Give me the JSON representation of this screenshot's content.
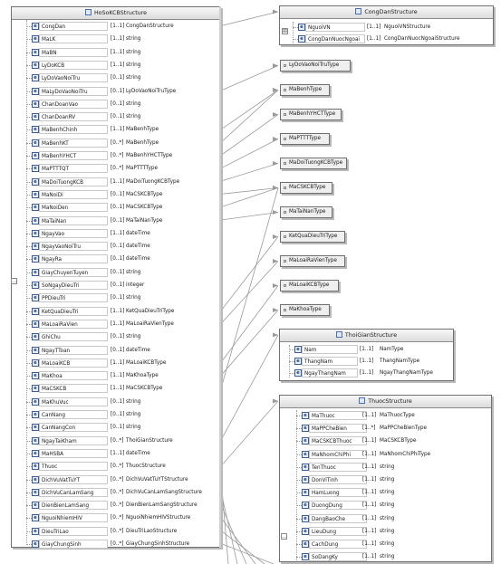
{
  "main": {
    "title": "HoSoKCBStructure",
    "rows": [
      {
        "name": "CongDan",
        "mult": "[1..1]",
        "type": "CongDanStructure"
      },
      {
        "name": "MaLK",
        "mult": "[1..1]",
        "type": "string"
      },
      {
        "name": "MaBN",
        "mult": "[1..1]",
        "type": "string"
      },
      {
        "name": "LyDoKCB",
        "mult": "[1..1]",
        "type": "string"
      },
      {
        "name": "LyDoVaoNoiTru",
        "mult": "[0..1]",
        "type": "string"
      },
      {
        "name": "MaLyDoVaoNoiTru",
        "mult": "[0..1]",
        "type": "LyDoVaoNoiTruType"
      },
      {
        "name": "ChanDoanVao",
        "mult": "[0..1]",
        "type": "string"
      },
      {
        "name": "ChanDoanRV",
        "mult": "[0..1]",
        "type": "string"
      },
      {
        "name": "MaBenhChinh",
        "mult": "[1..1]",
        "type": "MaBenhType"
      },
      {
        "name": "MaBenhKT",
        "mult": "[0..*]",
        "type": "MaBenhType"
      },
      {
        "name": "MaBenhYHCT",
        "mult": "[0..*]",
        "type": "MaBenhYHCTType"
      },
      {
        "name": "MaPTTTQT",
        "mult": "[0..*]",
        "type": "MaPTTTType"
      },
      {
        "name": "MaDoiTuongKCB",
        "mult": "[1..1]",
        "type": "MaDoiTuongKCBType"
      },
      {
        "name": "MaNoiDi",
        "mult": "[0..1]",
        "type": "MaCSKCBType"
      },
      {
        "name": "MaNoiDen",
        "mult": "[0..1]",
        "type": "MaCSKCBType"
      },
      {
        "name": "MaTaiNan",
        "mult": "[0..1]",
        "type": "MaTaiNanType"
      },
      {
        "name": "NgayVao",
        "mult": "[1..1]",
        "type": "dateTime"
      },
      {
        "name": "NgayVaoNoiTru",
        "mult": "[0..1]",
        "type": "dateTime"
      },
      {
        "name": "NgayRa",
        "mult": "[0..1]",
        "type": "dateTime"
      },
      {
        "name": "GiayChuyenTuyen",
        "mult": "[0..1]",
        "type": "string"
      },
      {
        "name": "SoNgayDieuTri",
        "mult": "[0..1]",
        "type": "integer"
      },
      {
        "name": "PPDieuTri",
        "mult": "[0..1]",
        "type": "string"
      },
      {
        "name": "KetQuaDieuTri",
        "mult": "[1..1]",
        "type": "KetQuaDieuTriType"
      },
      {
        "name": "MaLoaiRaVien",
        "mult": "[1..1]",
        "type": "MaLoaiRaVienType"
      },
      {
        "name": "GhiChu",
        "mult": "[0..1]",
        "type": "string"
      },
      {
        "name": "NgayTToan",
        "mult": "[0..1]",
        "type": "dateTime"
      },
      {
        "name": "MaLoaiKCB",
        "mult": "[1..1]",
        "type": "MaLoaiKCBType"
      },
      {
        "name": "MaKhoa",
        "mult": "[1..1]",
        "type": "MaKhoaType"
      },
      {
        "name": "MaCSKCB",
        "mult": "[1..1]",
        "type": "MaCSKCBType"
      },
      {
        "name": "MaKhuVuc",
        "mult": "[0..1]",
        "type": "string"
      },
      {
        "name": "CanNang",
        "mult": "[0..1]",
        "type": "string"
      },
      {
        "name": "CanNangCon",
        "mult": "[0..1]",
        "type": "string"
      },
      {
        "name": "NgayTaiKham",
        "mult": "[0..*]",
        "type": "ThoiGianStructure"
      },
      {
        "name": "MaHSBA",
        "mult": "[1..1]",
        "type": "dateTime"
      },
      {
        "name": "Thuoc",
        "mult": "[0..*]",
        "type": "ThuocStructure"
      },
      {
        "name": "DichVuVatTuYT",
        "mult": "[0..*]",
        "type": "DichVuVatTuYTStructure"
      },
      {
        "name": "DichVuCanLamSang",
        "mult": "[0..*]",
        "type": "DichVuCanLamSangStructure"
      },
      {
        "name": "DienBienLamSang",
        "mult": "[0..*]",
        "type": "DienBienLamSangStructure"
      },
      {
        "name": "NguoiNhiemHIV",
        "mult": "[0..*]",
        "type": "NguoiNhiemHIVStructure"
      },
      {
        "name": "DieuTriLao",
        "mult": "[0..*]",
        "type": "DieuTriLaoStructure"
      },
      {
        "name": "GiayChungSinh",
        "mult": "[0..*]",
        "type": "GiayChungSinhStructure"
      }
    ]
  },
  "congdan": {
    "title": "CongDanStructure",
    "rows": [
      {
        "name": "NguoiVN",
        "mult": "[1..1]",
        "type": "NguoiVNStructure"
      },
      {
        "name": "CongDanNuocNgoai",
        "mult": "[1..1]",
        "type": "CongDanNuocNgoaiStructure"
      }
    ]
  },
  "simple_types": [
    "LyDoVaoNoiTruType",
    "MaBenhType",
    "MaBenhYHCTType",
    "MaPTTTType",
    "MaDoiTuongKCBType",
    "MaCSKCBType",
    "MaTaiNanType",
    "KetQuaDieuTriType",
    "MaLoaiRaVienType",
    "MaLoaiKCBType",
    "MaKhoaType"
  ],
  "thoigian": {
    "title": "ThoiGianStructure",
    "rows": [
      {
        "name": "Nam",
        "mult": "[1..1]",
        "type": "NamType"
      },
      {
        "name": "ThangNam",
        "mult": "[1..1]",
        "type": "ThangNamType"
      },
      {
        "name": "NgayThangNam",
        "mult": "[1..1]",
        "type": "NgayThangNamType"
      }
    ]
  },
  "thuoc": {
    "title": "ThuocStructure",
    "rows": [
      {
        "name": "MaThuoc",
        "mult": "[1..1]",
        "type": "MaThuocType"
      },
      {
        "name": "MaPPCheBien",
        "mult": "[1..*]",
        "type": "MaPPCheBienType"
      },
      {
        "name": "MaCSKCBThuoc",
        "mult": "[1..1]",
        "type": "MaCSKCBType"
      },
      {
        "name": "MaNhomChiPhi",
        "mult": "[1..1]",
        "type": "MaNhomChiPhiType"
      },
      {
        "name": "TenThuoc",
        "mult": "[1..1]",
        "type": "string"
      },
      {
        "name": "DonViTinh",
        "mult": "[1..1]",
        "type": "string"
      },
      {
        "name": "HamLuong",
        "mult": "[1..1]",
        "type": "string"
      },
      {
        "name": "DuongDung",
        "mult": "[1..1]",
        "type": "string"
      },
      {
        "name": "DangBaoChe",
        "mult": "[1..1]",
        "type": "string"
      },
      {
        "name": "LieuDung",
        "mult": "[1..1]",
        "type": "string"
      },
      {
        "name": "CachDung",
        "mult": "[1..1]",
        "type": "string"
      },
      {
        "name": "SoDangKy",
        "mult": "[1..1]",
        "type": "string"
      }
    ]
  }
}
